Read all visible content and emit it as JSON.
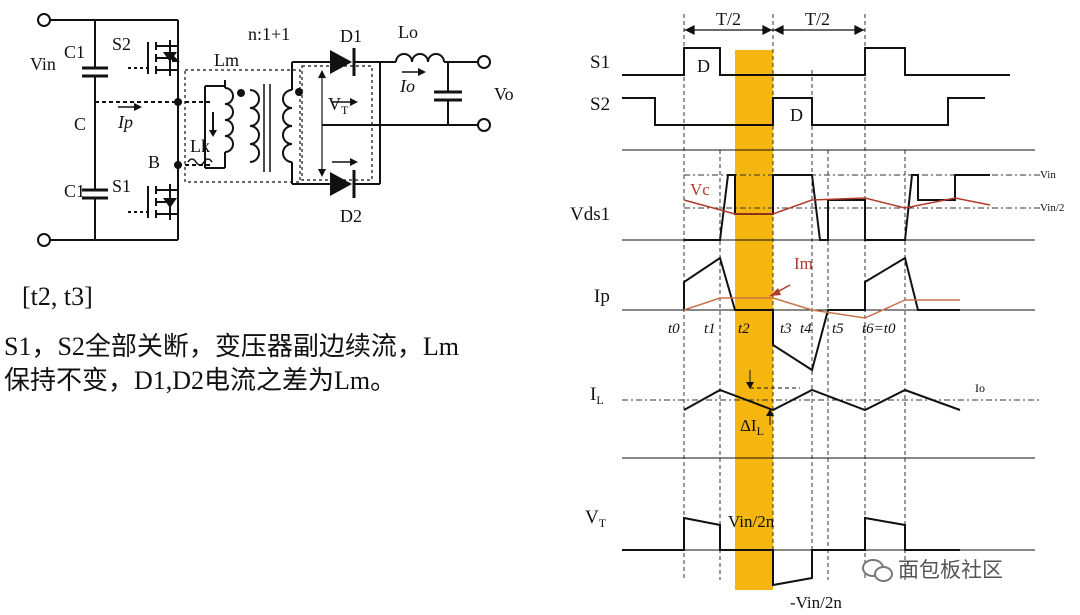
{
  "circuit": {
    "vin": "Vin",
    "c1_top": "C1",
    "c1_bottom": "C1",
    "s2": "S2",
    "s1": "S1",
    "node_c": "C",
    "node_b": "B",
    "ip": "Ip",
    "lm": "Lm",
    "lk": "Lk",
    "ratio": "n:1+1",
    "vt_main": "V",
    "vt_sub": "T",
    "d1": "D1",
    "d2": "D2",
    "lo": "Lo",
    "io": "Io",
    "vo": "Vo"
  },
  "text": {
    "interval": "[t2, t3]",
    "desc_line1": "S1，S2全部关断，变压器副边续流，Lm",
    "desc_line2": "保持不变，D1,D2电流之差为Lm。"
  },
  "waveforms": {
    "half_period_1": "T/2",
    "half_period_2": "T/2",
    "s1": "S1",
    "s2": "S2",
    "d_s1": "D",
    "d_s2": "D",
    "vds1": "Vds1",
    "vc": "Vc",
    "vin_ref": "Vin",
    "vin2_ref": "Vin/2",
    "ip": "Ip",
    "im": "Im",
    "t0": "t0",
    "t1": "t1",
    "t2": "t2",
    "t3": "t3",
    "t4": "t4",
    "t5": "t5",
    "t6": "t6=t0",
    "il_main": "I",
    "il_sub": "L",
    "io_ref": "Io",
    "delta_il": "ΔI",
    "delta_il_sub": "L",
    "vt_main": "V",
    "vt_sub": "T",
    "vin2n_pos": "Vin/2n",
    "vin2n_neg": "-Vin/2n"
  },
  "colors": {
    "highlight": "#f5b70f",
    "vc_curve": "#b23a2a",
    "im_curve": "#c8744d"
  },
  "watermark": "面包板社区"
}
